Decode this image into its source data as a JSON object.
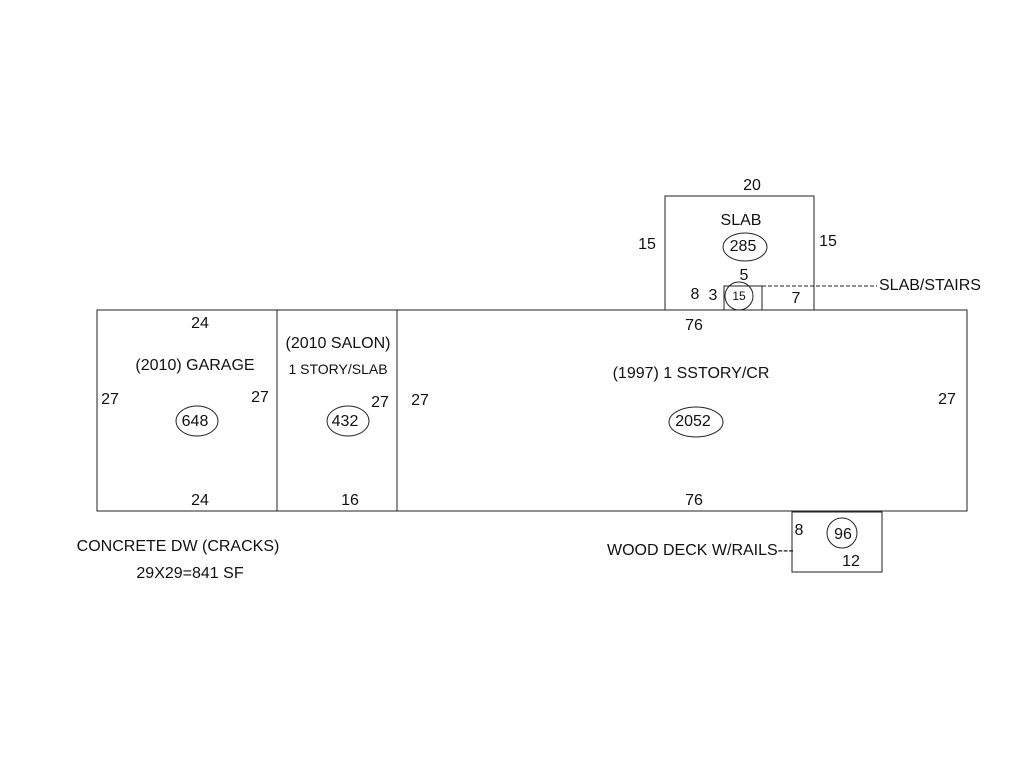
{
  "garage": {
    "title": "(2010) GARAGE",
    "area": "648",
    "dim_top": "24",
    "dim_bottom": "24",
    "dim_left": "27",
    "dim_right": "27"
  },
  "salon": {
    "title": "(2010 SALON)",
    "subtitle": "1 STORY/SLAB",
    "area": "432",
    "dim_bottom": "16",
    "dim_right": "27"
  },
  "main_house": {
    "title": "(1997) 1 SSTORY/CR",
    "area": "2052",
    "dim_top": "76",
    "dim_bottom": "76",
    "dim_left": "27",
    "dim_right": "27"
  },
  "slab": {
    "title": "SLAB",
    "area": "285",
    "dim_top": "20",
    "dim_left": "15",
    "dim_right": "15",
    "dim_bottom_left": "8",
    "dim_bottom_right": "7"
  },
  "stairs": {
    "label": "SLAB/STAIRS",
    "area": "15",
    "dim_top": "5",
    "dim_left": "3"
  },
  "deck": {
    "label": "WOOD DECK W/RAILS---",
    "area": "96",
    "dim_left": "8",
    "dim_bottom": "12"
  },
  "driveway": {
    "label": "CONCRETE DW (CRACKS)",
    "area_text": "29X29=841 SF"
  }
}
